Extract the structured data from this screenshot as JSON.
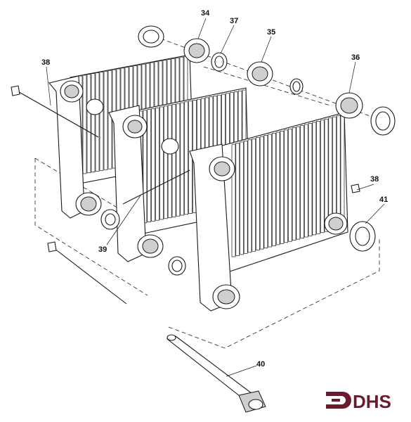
{
  "diagram": {
    "callouts": [
      {
        "id": "34",
        "label": "34"
      },
      {
        "id": "37",
        "label": "37"
      },
      {
        "id": "35",
        "label": "35"
      },
      {
        "id": "36",
        "label": "36"
      },
      {
        "id": "38a",
        "label": "38"
      },
      {
        "id": "38b",
        "label": "38"
      },
      {
        "id": "41",
        "label": "41"
      },
      {
        "id": "39",
        "label": "39"
      },
      {
        "id": "40",
        "label": "40"
      }
    ]
  },
  "brand": {
    "text": "DHS",
    "color": "#6b1b2e"
  },
  "colors": {
    "line": "#1a1a1a",
    "background": "#ffffff"
  }
}
